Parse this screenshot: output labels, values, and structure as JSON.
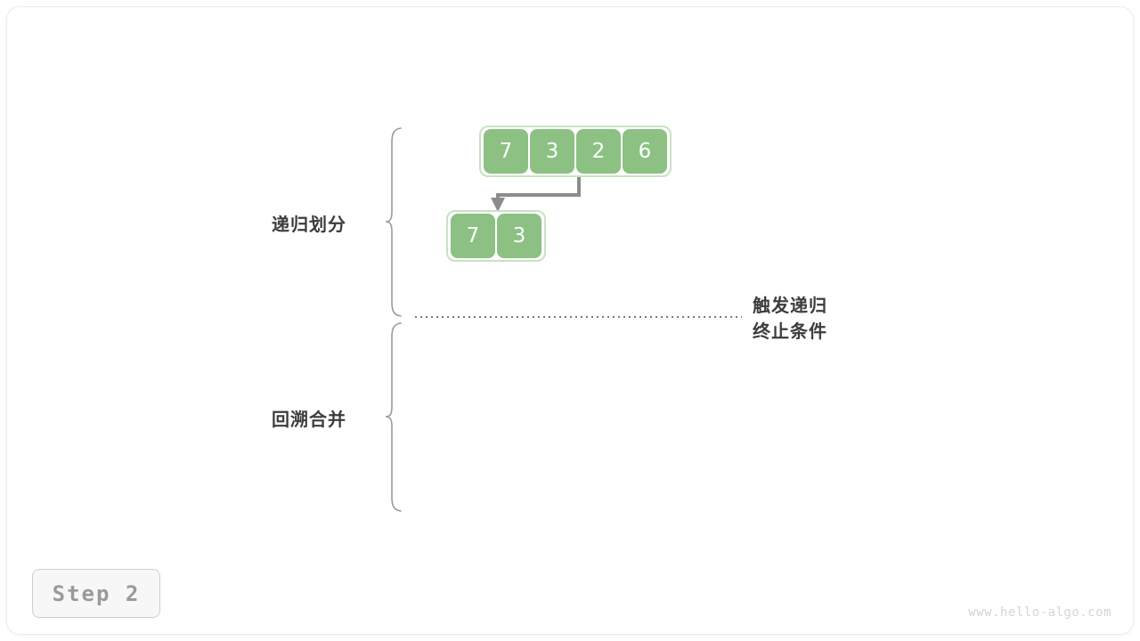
{
  "page": {
    "step_badge": "Step 2",
    "watermark": "www.hello-algo.com",
    "background": "#ffffff",
    "frame_border": "#ececec"
  },
  "colors": {
    "cell_fill": "#8cc183",
    "cell_text": "#ffffff",
    "array_border": "#c9e2c2",
    "arrow": "#8c8c8c",
    "brace": "#9a9a9a",
    "dotted_line": "#7a7a7a",
    "label_text": "#3c3c3c",
    "badge_text": "#9a9a9a",
    "watermark_text": "#d5d5d5"
  },
  "sections": [
    {
      "label": "递归划分"
    },
    {
      "label": "回溯合并"
    }
  ],
  "annotation": {
    "line1": "触发递归",
    "line2": "终止条件"
  },
  "arrays": [
    {
      "name": "root-array",
      "values": [
        "7",
        "3",
        "2",
        "6"
      ]
    },
    {
      "name": "left-subarray",
      "values": [
        "7",
        "3"
      ]
    }
  ],
  "arrow": {
    "name": "split-arrow",
    "from_label": "3",
    "to_label": "7"
  }
}
